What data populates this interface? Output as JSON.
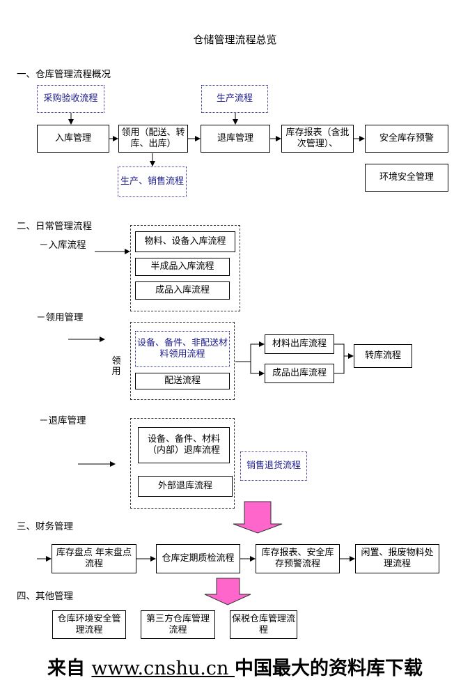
{
  "title": "仓储管理流程总览",
  "sections": {
    "s1": "一、仓库管理流程概况",
    "s2": "二、日常管理流程",
    "s3": "三、财务管理",
    "s4": "四、其他管理"
  },
  "overview": {
    "purchase": "采购验收流程",
    "production": "生产流程",
    "inbound": "入库管理",
    "issue": "领用（配送、转库、出库）",
    "return": "退库管理",
    "report": "库存报表（含批次管理）、",
    "safety_alert": "安全库存预警",
    "prod_sales": "生产、销售流程",
    "env_safety": "环境安全管理"
  },
  "daily": {
    "inbound_label": "－入库流程",
    "inbound_items": [
      "物料、设备入库流程",
      "半成品入库流程",
      "成品入库流程"
    ],
    "issue_label": "－领用管理",
    "issue_vertical": "领用",
    "issue_items": [
      "设备、备件、非配送材料领用流程",
      "配送流程"
    ],
    "outbound_items": [
      "材料出库流程",
      "成品出库流程"
    ],
    "transfer": "转库流程",
    "return_label": "－退库管理",
    "return_items": [
      "设备、备件、材料（内部）退库流程",
      "外部退库流程"
    ],
    "sales_return": "销售退货流程"
  },
  "finance": {
    "items": [
      "库存盘点 年末盘点流程",
      "仓库定期质检流程",
      "库存报表、安全库存预警流程",
      "闲置、报废物料处理流程"
    ]
  },
  "other": {
    "items": [
      "仓库环境安全管理流程",
      "第三方仓库管理流程",
      "保税仓库管理流程"
    ]
  },
  "footer": {
    "prefix": "来自 ",
    "url": "www.cnshu.cn ",
    "suffix": "中国最大的资料库下载"
  },
  "colors": {
    "box_text_blue": "#1a1a8c",
    "arrow_pink": "#ff66cc",
    "dotted_border": "#2b2bb0"
  }
}
